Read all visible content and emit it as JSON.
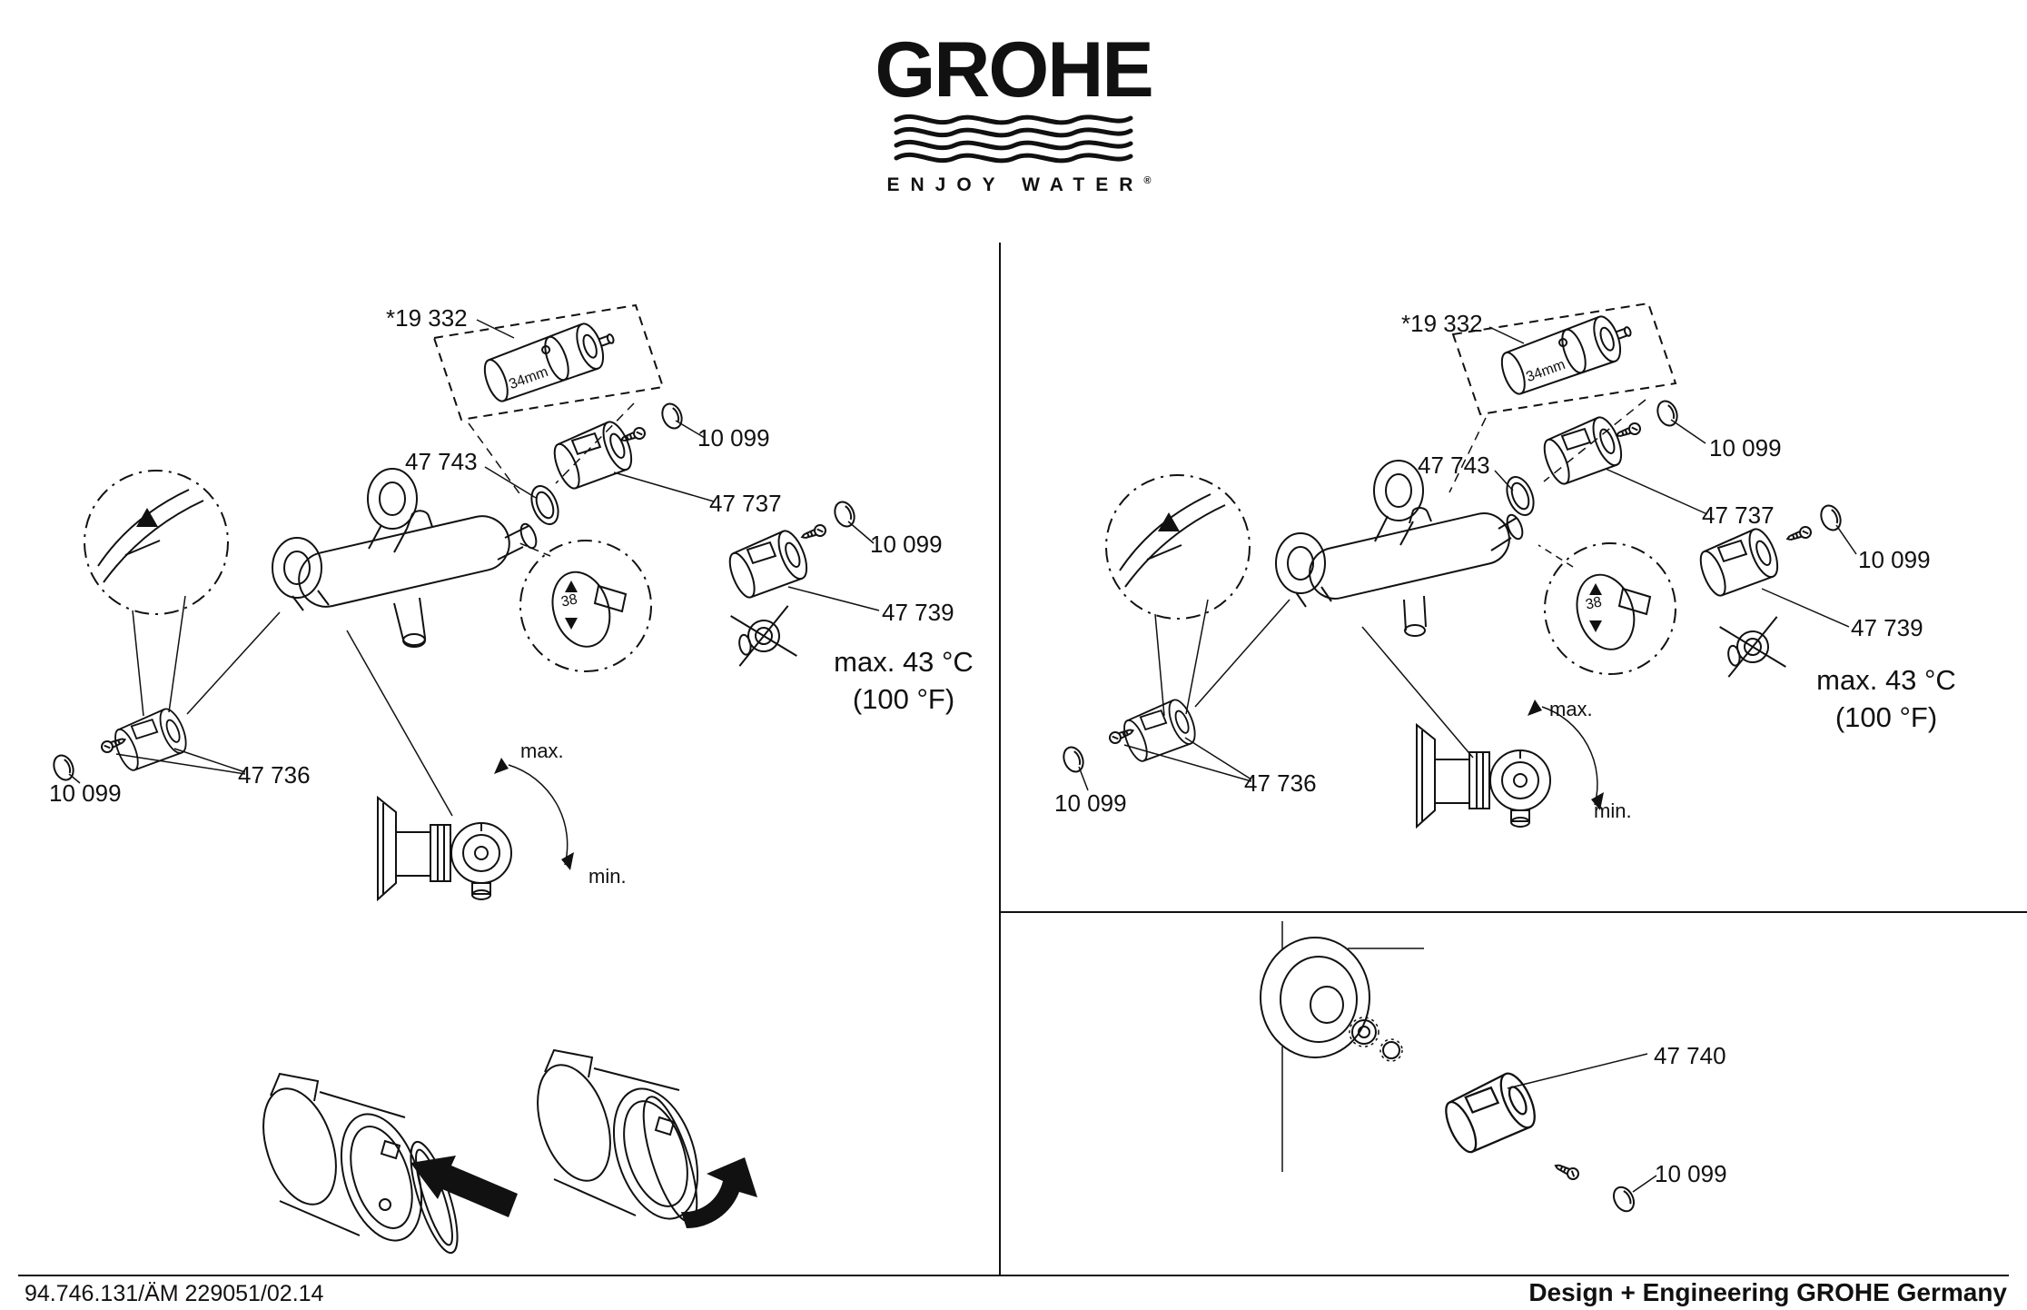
{
  "logo": {
    "brand": "GROHE",
    "tagline": "ENJOY WATER",
    "registered": "®"
  },
  "left_diagram": {
    "labels": {
      "cartridge": "*19 332",
      "cartridge_diameter": "34mm",
      "stop_ring": "47 743",
      "screw_cap_top": "10 099",
      "temp_handle": "47 737",
      "screw_cap_mid": "10 099",
      "flow_handle": "47 739",
      "temp_max_c": "max. 43 °C",
      "temp_max_f": "(100 °F)",
      "metering_handle": "47 736",
      "screw_cap_bottom": "10 099",
      "dial_max": "max.",
      "dial_min": "min.",
      "detail_mark": "38"
    }
  },
  "right_diagram": {
    "labels": {
      "cartridge": "*19 332",
      "cartridge_diameter": "34mm",
      "stop_ring": "47 743",
      "screw_cap_top": "10 099",
      "temp_handle": "47 737",
      "screw_cap_mid": "10 099",
      "flow_handle": "47 739",
      "temp_max_c": "max. 43 °C",
      "temp_max_f": "(100 °F)",
      "metering_handle": "47 736",
      "screw_cap_bottom": "10 099",
      "dial_max": "max.",
      "dial_min": "min.",
      "detail_mark": "38"
    }
  },
  "bottom_diagram": {
    "labels": {
      "handle": "47 740",
      "screw_cap": "10 099"
    }
  },
  "footer": {
    "document_number": "94.746.131/ÄM 229051/02.14",
    "credit": "Design + Engineering GROHE Germany"
  }
}
